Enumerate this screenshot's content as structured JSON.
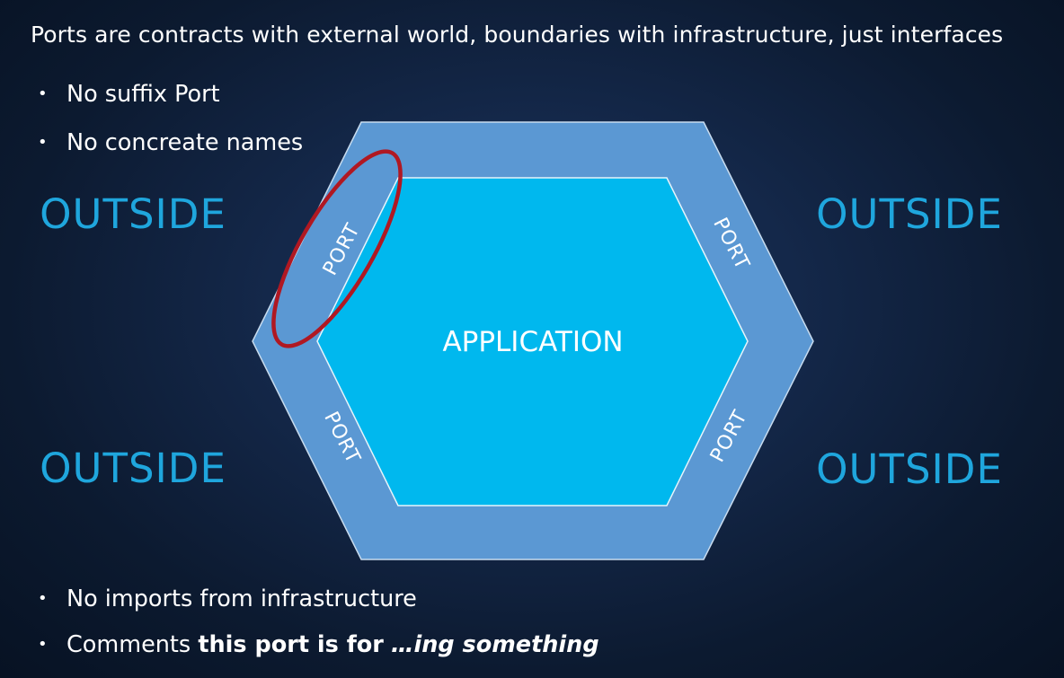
{
  "heading": "Ports are contracts with external world, boundaries with infrastructure, just interfaces",
  "bullets_top": [
    "No suffix Port",
    "No concreate names"
  ],
  "bullets_bottom": {
    "imports": "No imports from infrastructure",
    "comments_prefix": "Comments",
    "comments_bold": "this port is for",
    "comments_italic": "…ing something"
  },
  "diagram": {
    "center_label": "APPLICATION",
    "port_label": "PORT",
    "outside_label": "OUTSIDE",
    "colors": {
      "outer_hexagon": "#5b98d3",
      "inner_hexagon": "#00b8ee",
      "outside_text": "#1fa6dd",
      "highlight_ring": "#b01822"
    }
  },
  "bullet_glyph": "•"
}
